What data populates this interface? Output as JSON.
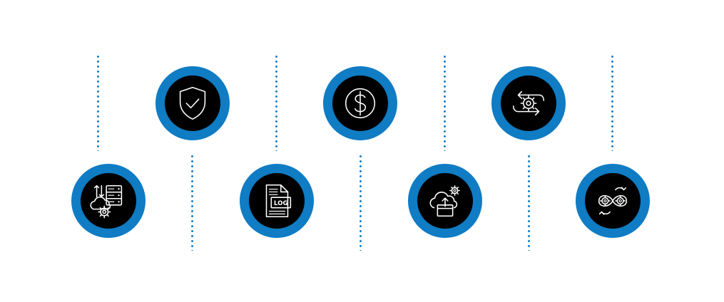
{
  "colors": {
    "ring": "#0f7cc4",
    "core": "#000000",
    "dots": "#0f7cc4",
    "background": "#ffffff"
  },
  "nodes": [
    {
      "id": "infra",
      "icon": "cloud-server-gear-icon"
    },
    {
      "id": "security",
      "icon": "shield-check-icon"
    },
    {
      "id": "logs",
      "icon": "log-file-icon"
    },
    {
      "id": "cost",
      "icon": "dollar-coin-icon"
    },
    {
      "id": "deploy",
      "icon": "cloud-upload-box-icon"
    },
    {
      "id": "process",
      "icon": "gear-cycle-arrows-icon"
    },
    {
      "id": "automation",
      "icon": "linked-gears-icon"
    }
  ]
}
